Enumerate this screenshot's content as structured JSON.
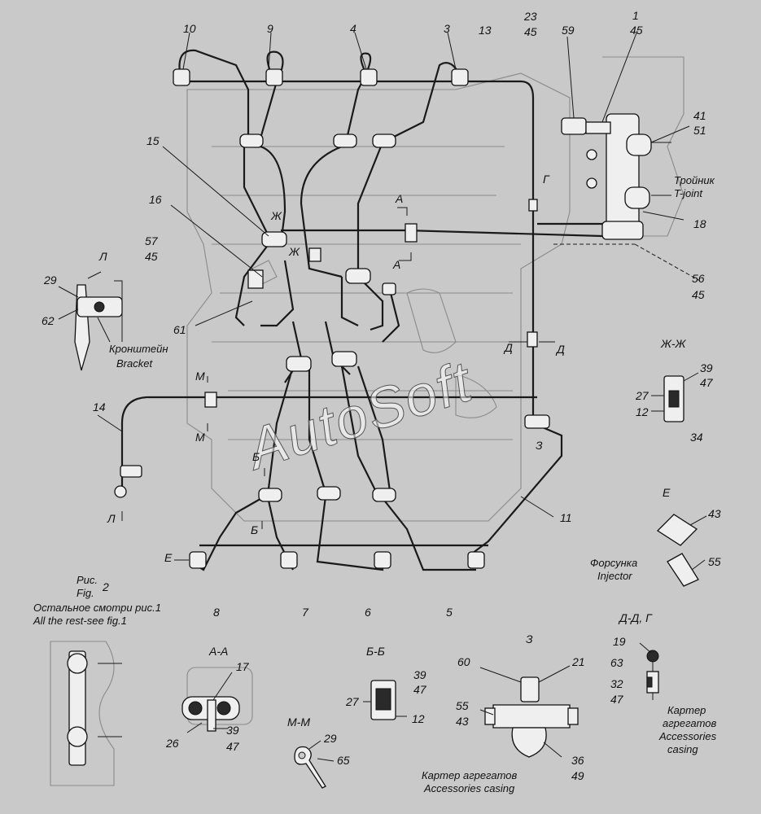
{
  "callouts": {
    "c10": "10",
    "c9": "9",
    "c4": "4",
    "c3": "3",
    "c13": "13",
    "c23": "23",
    "c45a": "45",
    "c59": "59",
    "c1": "1",
    "c45b": "45",
    "c41": "41",
    "c51": "51",
    "c15": "15",
    "cG1": "Г",
    "tee_ru": "Тройник",
    "tee_en": "T-joint",
    "cA1": "А",
    "c16": "16",
    "cZh1": "Ж",
    "c18": "18",
    "c57": "57",
    "c45c": "45",
    "cZh2": "Ж",
    "cA2": "А",
    "c56": "56",
    "c45d": "45",
    "cL1": "Л",
    "c29a": "29",
    "c62": "62",
    "bracket_ru": "Кронштейн",
    "bracket_en": "Bracket",
    "c61": "61",
    "cD1": "Д",
    "cD2": "Д",
    "sec_ZhZh": "Ж-Ж",
    "c39a": "39",
    "c47a": "47",
    "c27a": "27",
    "c12a": "12",
    "c34": "34",
    "cM1": "М",
    "c14": "14",
    "cM2": "М",
    "cZ1": "З",
    "cB1": "Б",
    "cE1": "Е",
    "cL2": "Л",
    "c11": "11",
    "cB2": "Б",
    "c43a": "43",
    "injector_ru": "Форсунка",
    "injector_en": "Injector",
    "c55a": "55",
    "cE2": "Е",
    "fig_ru": "Рис.",
    "fig_en": "Fig.",
    "fig_num": "2",
    "rest_ru": "Остальное смотри рис.1",
    "rest_en": "All the rest-see fig.1",
    "c8": "8",
    "c7": "7",
    "c6": "6",
    "c5": "5",
    "sec_AA": "А-А",
    "c17": "17",
    "c26": "26",
    "c39b": "39",
    "c47b": "47",
    "sec_BB": "Б-Б",
    "c39c": "39",
    "c47c": "47",
    "c27b": "27",
    "c12b": "12",
    "sec_MM": "М-М",
    "c29b": "29",
    "c65": "65",
    "sec_Z": "З",
    "c60": "60",
    "c21": "21",
    "c55b": "55",
    "c43b": "43",
    "c36": "36",
    "c49": "49",
    "casing1_ru": "Картер агрегатов",
    "casing1_en": "Accessories casing",
    "sec_DDG": "Д-Д, Г",
    "c19": "19",
    "c63": "63",
    "c32": "32",
    "c47d": "47",
    "casing2_ru": "Картер",
    "casing2_ru2": "агрегатов",
    "casing2_en": "Accessories",
    "casing2_en2": "casing"
  },
  "watermark": "AutoSoft"
}
